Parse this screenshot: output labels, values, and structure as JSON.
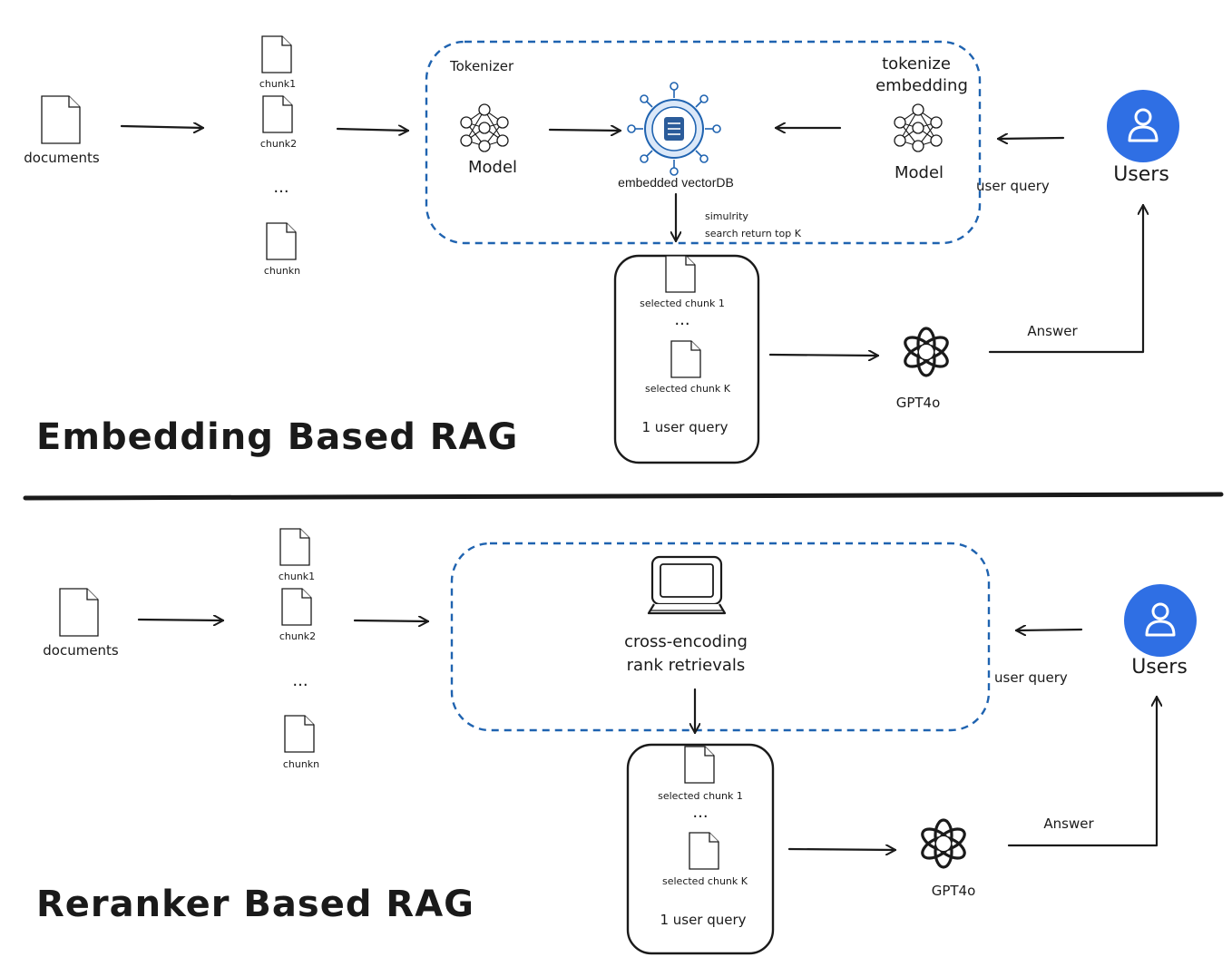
{
  "top": {
    "documents_label": "documents",
    "chunks": [
      "chunk1",
      "chunk2",
      "chunkn"
    ],
    "ellipsis": "...",
    "tokenizer_label": "Tokenizer",
    "model_left_label": "Model",
    "vectordb_label": "embedded vectorDB",
    "tokenize_line1": "tokenize",
    "tokenize_line2": "embedding",
    "model_right_label": "Model",
    "user_query_label": "user query",
    "users_label": "Users",
    "similarity_line1": "simulrity",
    "similarity_line2": "search return top K",
    "selected_chunk_1": "selected chunk 1",
    "selected_chunk_k": "selected chunk K",
    "box_ellipsis": "...",
    "box_user_query": "1 user query",
    "gpt_label": "GPT4o",
    "answer_label": "Answer",
    "title": "Embedding Based RAG"
  },
  "bottom": {
    "documents_label": "documents",
    "chunks": [
      "chunk1",
      "chunk2",
      "chunkn"
    ],
    "ellipsis": "...",
    "cross_line1": "cross-encoding",
    "cross_line2": "rank retrievals",
    "user_query_label": "user query",
    "users_label": "Users",
    "selected_chunk_1": "selected chunk 1",
    "selected_chunk_k": "selected chunk K",
    "box_ellipsis": "...",
    "box_user_query": "1 user query",
    "gpt_label": "GPT4o",
    "answer_label": "Answer",
    "title": "Reranker Based RAG"
  },
  "colors": {
    "accent_blue": "#1f63b0",
    "user_icon_blue": "#2f6fe4",
    "ink": "#1a1a1a"
  },
  "icons": [
    "document-icon",
    "neural-network-icon",
    "vector-database-icon",
    "user-avatar-icon",
    "openai-logo-icon",
    "computer-icon"
  ]
}
